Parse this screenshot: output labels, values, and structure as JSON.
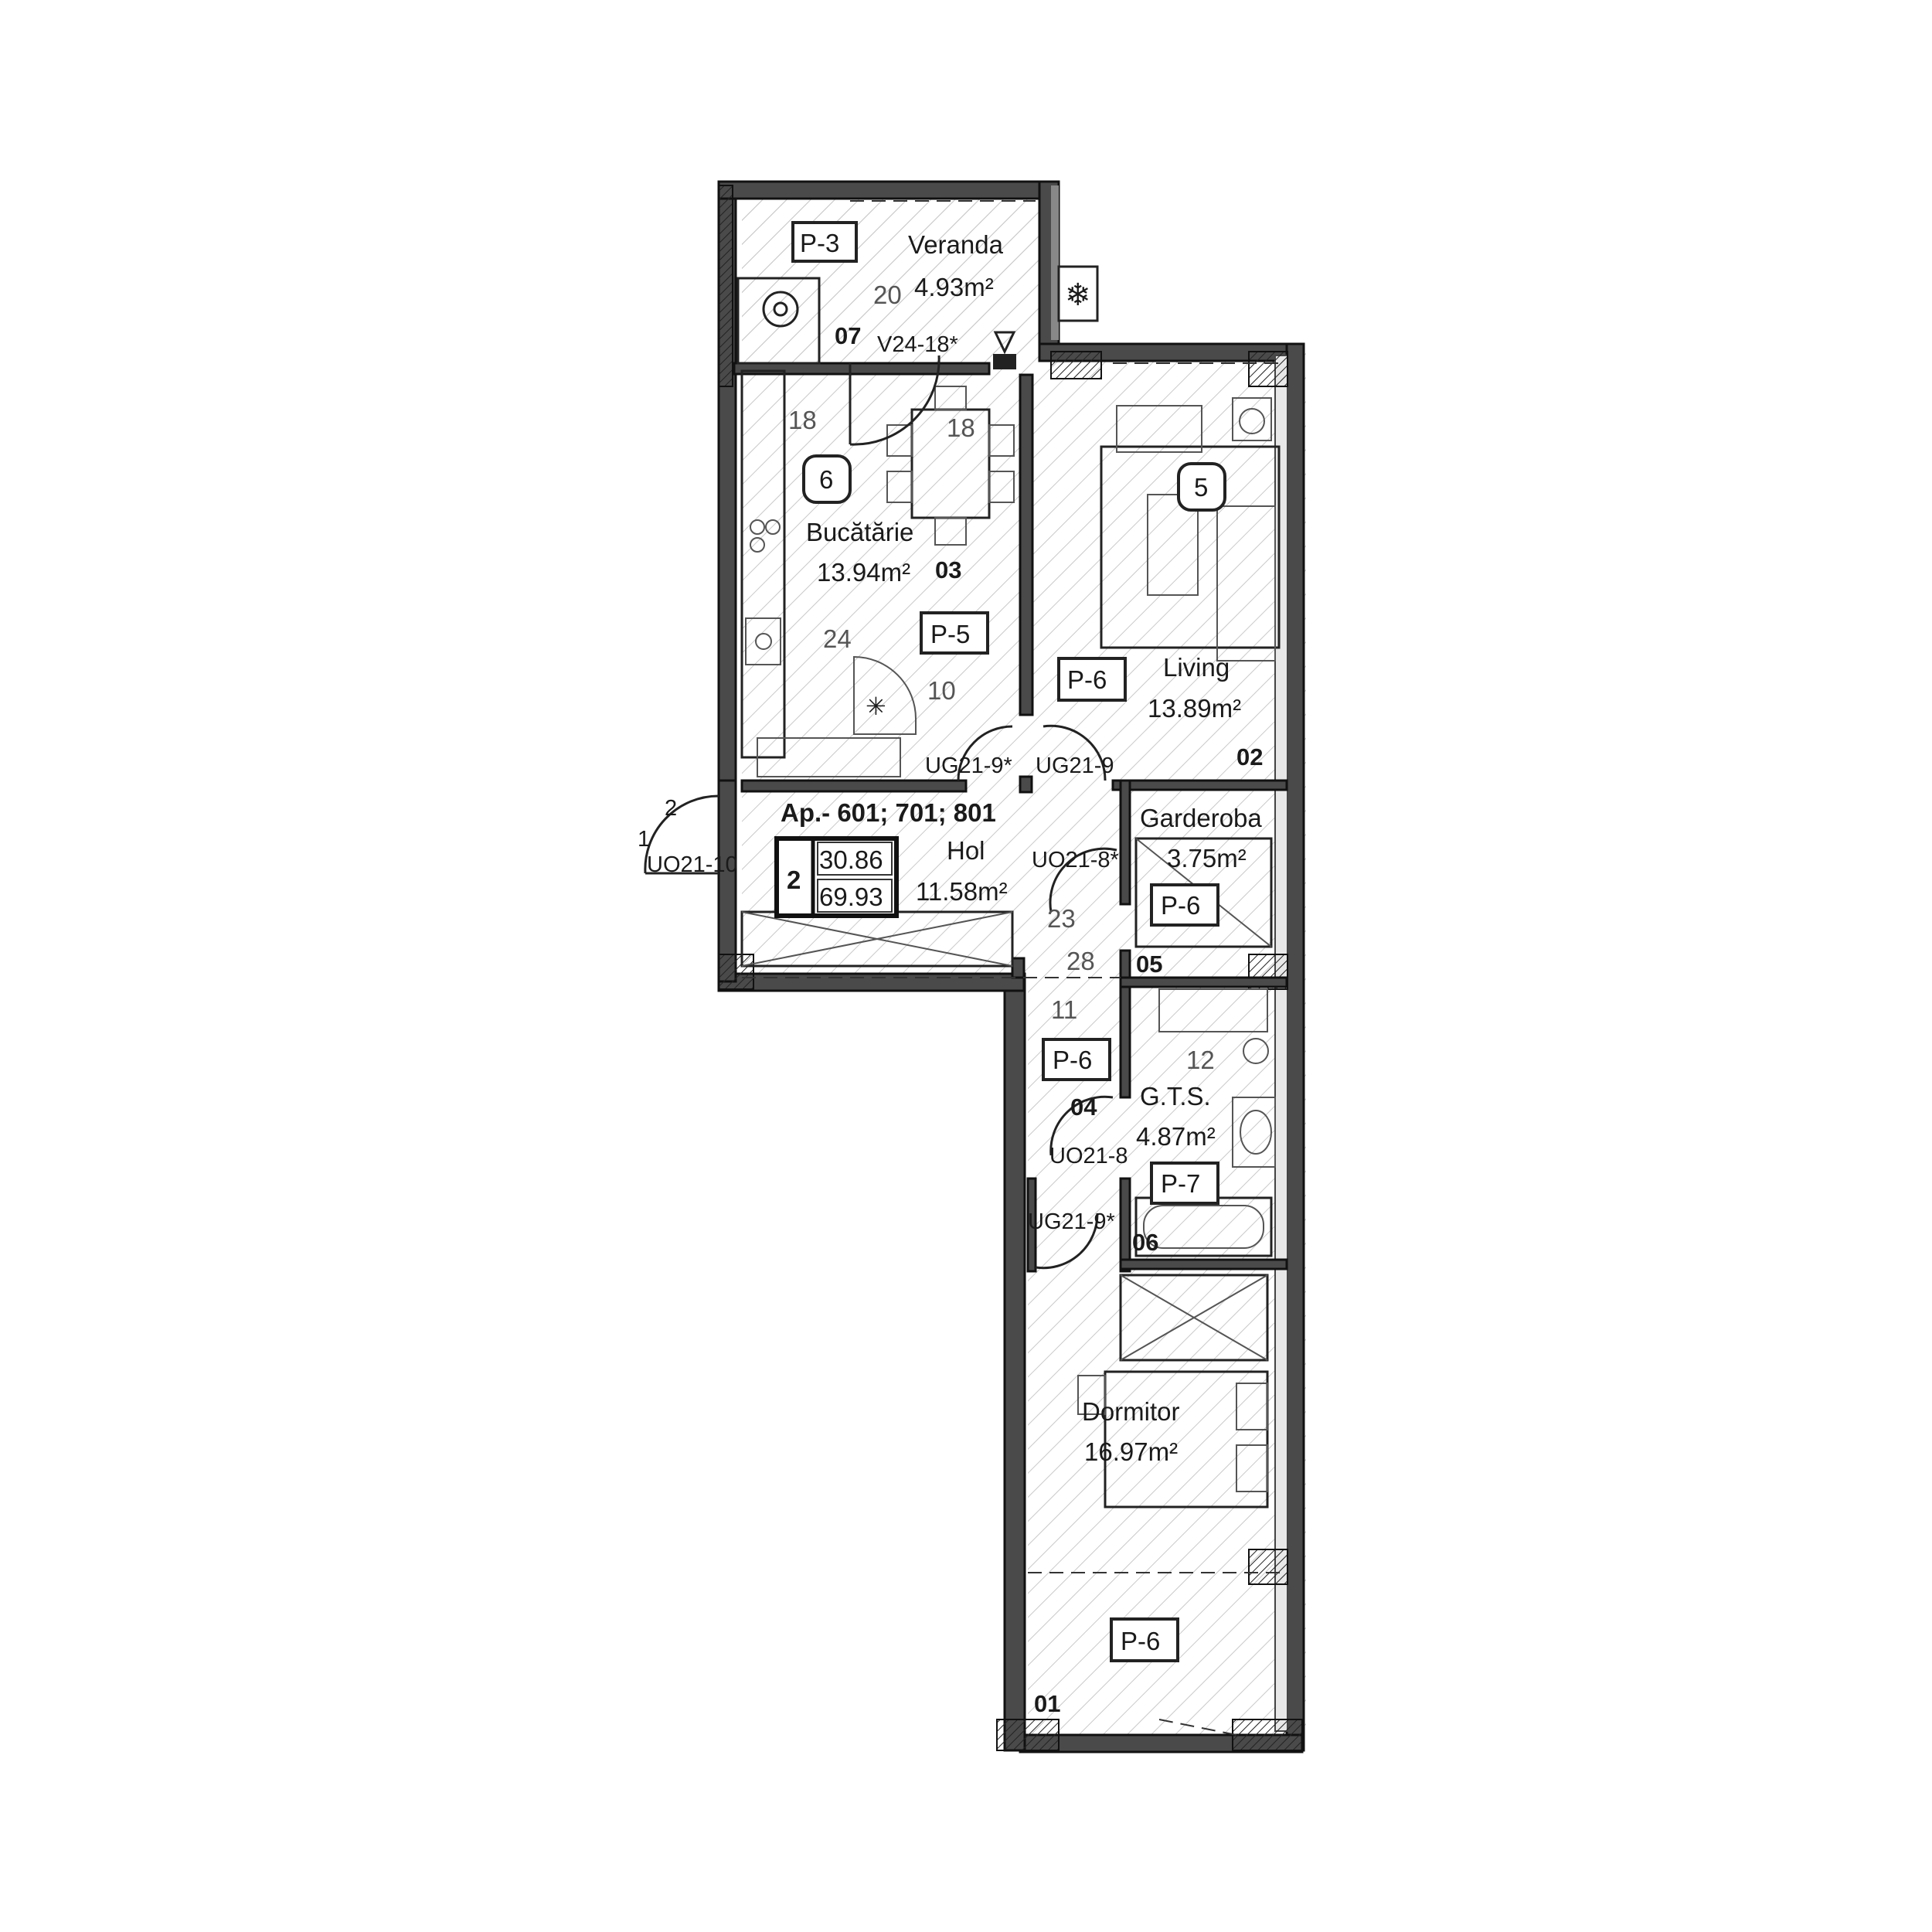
{
  "rooms": {
    "veranda": {
      "name": "Veranda",
      "area": "4.93m²",
      "code": "07",
      "window": "V24-18*",
      "finish": "20"
    },
    "kitchen": {
      "name": "Bucătărie",
      "area": "13.94m²",
      "code": "03",
      "circle": "6",
      "finish": "18",
      "finish2": "18",
      "finish3": "24",
      "finish4": "10"
    },
    "living": {
      "name": "Living",
      "area": "13.89m²",
      "code": "02",
      "circle": "5"
    },
    "hall": {
      "name": "Hol",
      "area": "11.58m²",
      "finish": "23",
      "finish2": "28",
      "finish3": "11",
      "code": "04"
    },
    "wardrobe": {
      "name": "Garderoba",
      "area": "3.75m²",
      "code": "05"
    },
    "bath": {
      "name": "G.T.S.",
      "area": "4.87m²",
      "code": "06",
      "finish": "12"
    },
    "bedroom": {
      "name": "Dormitor",
      "area": "16.97m²",
      "code": "01"
    }
  },
  "tags": {
    "p3": "P-3",
    "p5": "P-5",
    "p6": "P-6",
    "p7": "P-7"
  },
  "doors": {
    "entrance": "UO21-10",
    "kitchen": "UG21-9*",
    "living": "UG21-9",
    "wardrobe": "UO21-8*",
    "bath": "UO21-8",
    "bedroom": "UG21-9*",
    "entrance_mark1": "2",
    "entrance_mark2": "1"
  },
  "apartment": {
    "label": "Ap.- 601; 701; 801",
    "rooms_count": "2",
    "living_area": "30.86",
    "total_area": "69.93"
  },
  "icons": [
    "snowflake-icon",
    "ventilation-icon",
    "star-icon"
  ]
}
